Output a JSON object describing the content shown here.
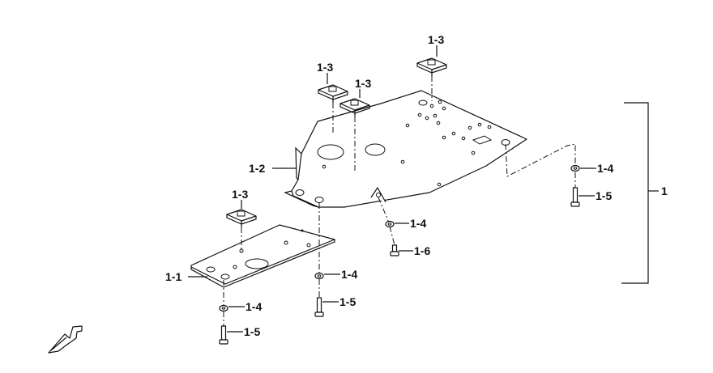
{
  "diagram": {
    "assembly_label": "1",
    "callouts": {
      "c_1_1": "1-1",
      "c_1_2": "1-2",
      "c_1_3_a": "1-3",
      "c_1_3_b": "1-3",
      "c_1_3_c": "1-3",
      "c_1_3_d": "1-3",
      "c_1_4_a": "1-4",
      "c_1_4_b": "1-4",
      "c_1_4_c": "1-4",
      "c_1_4_d": "1-4",
      "c_1_5_a": "1-5",
      "c_1_5_b": "1-5",
      "c_1_5_c": "1-5",
      "c_1_6": "1-6"
    }
  }
}
